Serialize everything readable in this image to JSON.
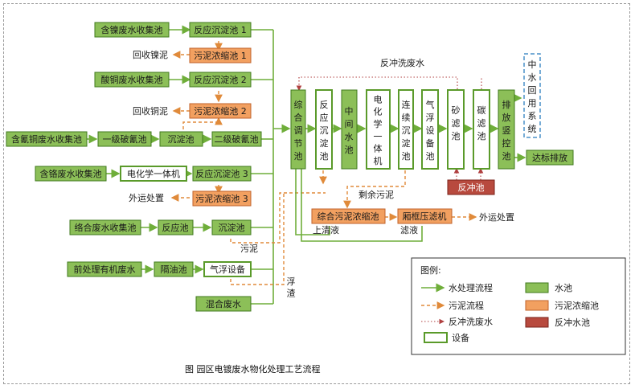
{
  "caption": "图 园区电镀废水物化处理工艺流程",
  "nodes": {
    "ni_collect": "含镍废水收集池",
    "cu_acid_collect": "酸铜废水收集池",
    "cn_cu_collect": "含氰铜废水收集池",
    "cr_collect": "含铬废水收集池",
    "complex_collect": "络合废水收集池",
    "pretreat": "前处理有机废水",
    "mixed": "混合废水",
    "react1": "反应沉淀池 1",
    "sludge1": "污泥浓缩池 1",
    "react2": "反应沉淀池 2",
    "sludge2": "污泥浓缩池 2",
    "cn1": "一级破氰池",
    "settle_cn": "沉淀池",
    "cn2": "二级破氰池",
    "electro_cr": "电化学一体机",
    "react3": "反应沉淀池 3",
    "sludge3": "污泥浓缩池 3",
    "react_complex": "反应池",
    "settle_complex": "沉淀池",
    "oil_sep": "隔油池",
    "flotation": "气浮设备",
    "equalize": "综合调节池",
    "react_settle": "反应沉淀池",
    "mid_pool": "中间水池",
    "electro_main": "电化学一体机",
    "cont_settle": "连续沉淀池",
    "float_eq": "气浮设备池",
    "sand": "砂滤池",
    "carbon": "碳滤池",
    "discharge_ctrl": "排放竖控池",
    "reuse": "中水回用系统",
    "backwash_pool": "反冲池",
    "comp_sludge": "综合污泥浓缩池",
    "filter_press": "厢框压滤机",
    "compliant": "达标排放"
  },
  "annotations": {
    "recover_ni": "回收镍泥",
    "recover_cu": "回收铜泥",
    "external1": "外运处置",
    "external2": "外运处置",
    "backwash_label": "反冲洗废水",
    "residual_sludge": "剩余污泥",
    "supernatant": "上清液",
    "filtrate": "滤液",
    "sludge": "污泥",
    "scum": "浮渣"
  },
  "legend": {
    "title": "图例:",
    "items": [
      {
        "label": "水处理流程"
      },
      {
        "label": "污泥流程"
      },
      {
        "label": "反冲洗废水"
      },
      {
        "label": "设备"
      },
      {
        "label": "水池"
      },
      {
        "label": "污泥浓缩池"
      },
      {
        "label": "反冲水池"
      }
    ]
  },
  "colors": {
    "pool": "#8cbf58",
    "sludge_pool": "#f2a060",
    "backwash_pool": "#b84a3e",
    "water_flow": "#6fae3a",
    "sludge_flow": "#e08a3a",
    "backwash_flow": "#b04040"
  }
}
